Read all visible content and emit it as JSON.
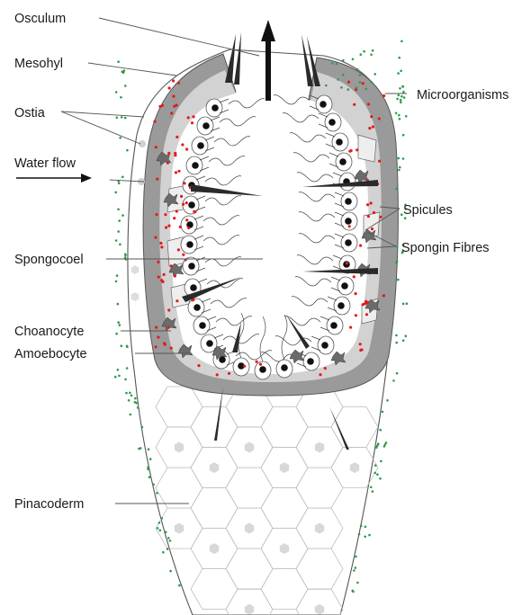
{
  "labels": {
    "osculum": "Osculum",
    "mesohyl": "Mesohyl",
    "ostia": "Ostia",
    "water_flow": "Water flow",
    "spongocoel": "Spongocoel",
    "choanocyte": "Choanocyte",
    "amoebocyte": "Amoebocyte",
    "pinacoderm": "Pinacoderm",
    "microorganisms": "Microorganisms",
    "spicules": "Spicules",
    "spongin_fibres": "Spongin Fibres"
  },
  "colors": {
    "mesohyl_fill": "#9a9a9a",
    "mesohyl_light": "#cfcfcf",
    "pinacoderm_fill": "#ffffff",
    "outline": "#555555",
    "microorganism": "#2e9a4a",
    "red_dots": "#e31b1b",
    "amoebocyte": "#6b6b6b",
    "arrow": "#111111"
  }
}
